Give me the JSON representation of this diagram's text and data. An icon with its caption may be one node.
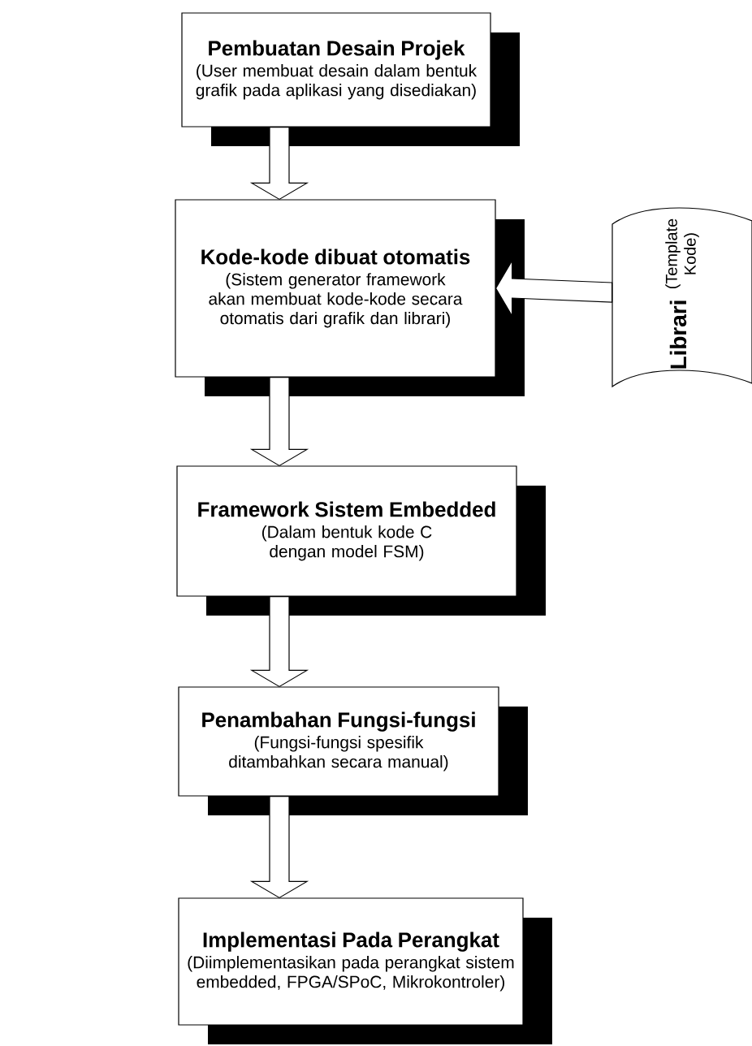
{
  "diagram": {
    "nodes": [
      {
        "text": [
          "Pembuatan Desain Projek",
          "(User membuat desain dalam bentuk grafik pada aplikasi yang disediakan)"
        ]
      },
      {
        "text": [
          "Kode-kode dibuat otomatis",
          "(Sistem generator framework akan membuat kode-kode secara otomatis dari grafik dan librari)"
        ]
      },
      {
        "text": [
          "Librari",
          "(Template Kode)"
        ]
      },
      {
        "text": [
          "Framework Sistem Embedded",
          "(Dalam bentuk kode C dengan model FSM)"
        ]
      },
      {
        "text": [
          "Penambahan Fungsi-fungsi",
          "(Fungsi-fungsi spesifik ditambahkan secara manual)"
        ]
      },
      {
        "text": [
          "Implementasi Pada Perangkat",
          "(Diimplementasikan pada perangkat sistem embedded, FPGA/SPoC, Mikrokontroler)"
        ]
      }
    ],
    "edges": [
      {
        "from": 0,
        "to": 1,
        "arrow": "to"
      },
      {
        "from": 2,
        "to": 1,
        "arrow": "to"
      },
      {
        "from": 1,
        "to": 3,
        "arrow": "to"
      },
      {
        "from": 3,
        "to": 4,
        "arrow": "to"
      },
      {
        "from": 4,
        "to": 5,
        "arrow": "to"
      }
    ]
  }
}
